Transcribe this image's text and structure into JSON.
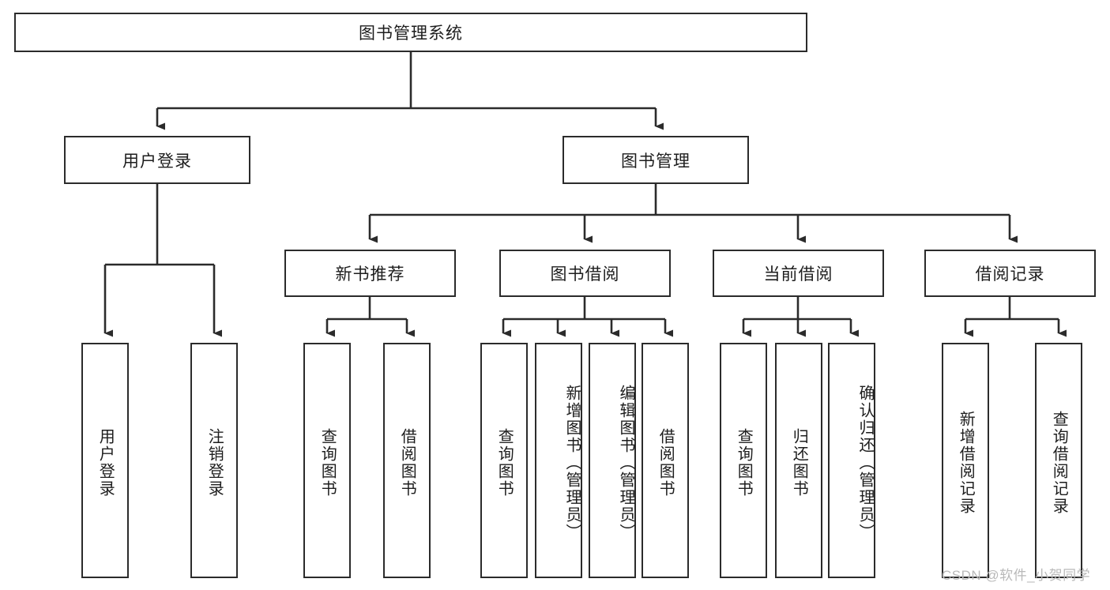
{
  "diagram": {
    "type": "tree-hierarchy",
    "title": "图书管理系统",
    "watermark": "CSDN @软件_小贺同学",
    "colors": {
      "box_border": "#2b2b2b",
      "box_fill": "#ffffff",
      "line": "#2b2b2b",
      "text": "#1d1d1d",
      "watermark": "#b9b9b9"
    },
    "root": {
      "label": "图书管理系统"
    },
    "level1": [
      {
        "label": "用户登录"
      },
      {
        "label": "图书管理"
      }
    ],
    "level2": [
      {
        "label": "新书推荐"
      },
      {
        "label": "图书借阅"
      },
      {
        "label": "当前借阅"
      },
      {
        "label": "借阅记录"
      }
    ],
    "leaves": {
      "user_login": [
        {
          "label": "用户登录"
        },
        {
          "label": "注销登录"
        }
      ],
      "new_book_recommend": [
        {
          "label": "查询图书"
        },
        {
          "label": "借阅图书"
        }
      ],
      "book_borrow": [
        {
          "label": "查询图书"
        },
        {
          "label": "新增图书（管理员）"
        },
        {
          "label": "编辑图书（管理员）"
        },
        {
          "label": "借阅图书"
        }
      ],
      "current_borrow": [
        {
          "label": "查询图书"
        },
        {
          "label": "归还图书"
        },
        {
          "label": "确认归还（管理员）"
        }
      ],
      "borrow_record": [
        {
          "label": "新增借阅记录"
        },
        {
          "label": "查询借阅记录"
        }
      ]
    }
  }
}
